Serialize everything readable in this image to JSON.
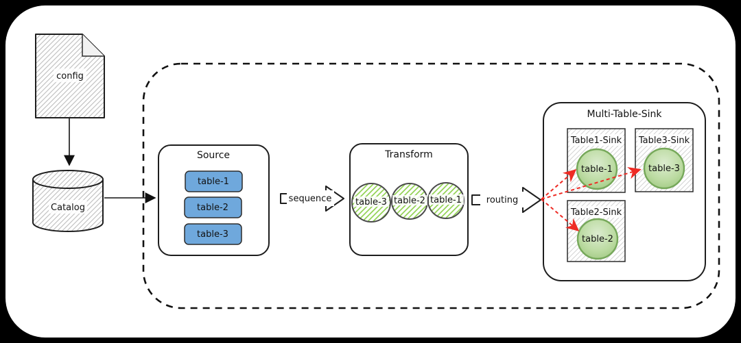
{
  "nodes": {
    "config": {
      "label": "config"
    },
    "catalog": {
      "label": "Catalog"
    },
    "source": {
      "title": "Source",
      "tables": [
        "table-1",
        "table-2",
        "table-3"
      ]
    },
    "transform": {
      "title": "Transform",
      "tables": [
        "table-3",
        "table-2",
        "table-1"
      ]
    },
    "multi_table_sink": {
      "title": "Multi-Table-Sink",
      "sinks": [
        {
          "title": "Table1-Sink",
          "table": "table-1"
        },
        {
          "title": "Table3-Sink",
          "table": "table-3"
        },
        {
          "title": "Table2-Sink",
          "table": "table-2"
        }
      ]
    }
  },
  "arrows": {
    "sequence_label": "sequence",
    "routing_label": "routing"
  },
  "colors": {
    "canvas_background": "#000000",
    "canvas_fill": "#ffffff",
    "table_box_blue": "#6fa8dc",
    "transform_hatch_green": "#8fd14f",
    "sink_circle_green": "#93c47d",
    "sink_circle_border": "#76a85a",
    "routing_arrow_red": "#ee2b24",
    "stroke_dark": "#1d1d1d"
  }
}
